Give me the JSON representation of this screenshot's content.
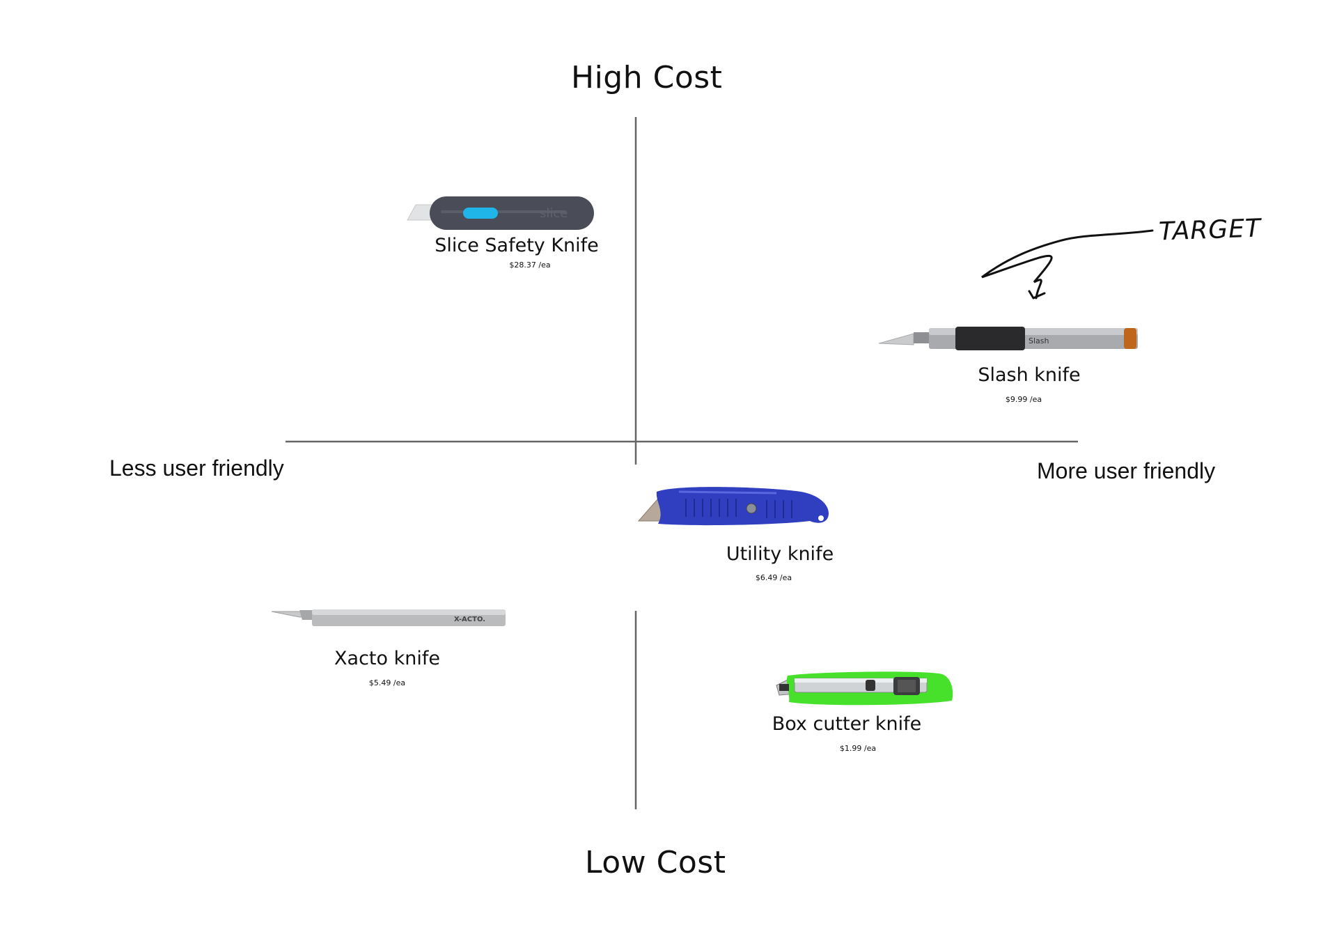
{
  "axes": {
    "top": "High  Cost",
    "bottom": "Low Cost",
    "left": "Less user friendly",
    "right": "More user friendly"
  },
  "items": [
    {
      "id": "slice",
      "name": "Slice Safety Knife",
      "price": "$28.37 /ea",
      "brand_mark": "slice",
      "icon": "slice-safety-knife-icon",
      "color": "#4a4c57",
      "accent": "#1fb5e8"
    },
    {
      "id": "slash",
      "name": "Slash knife",
      "price": "$9.99 /ea",
      "brand_mark": "Slash",
      "icon": "slash-knife-icon",
      "color": "#9c9ea2",
      "accent": "#c0651c"
    },
    {
      "id": "utility",
      "name": "Utility knife",
      "price": "$6.49 /ea",
      "icon": "utility-knife-icon",
      "color": "#2f3fc0"
    },
    {
      "id": "xacto",
      "name": "Xacto knife",
      "price": "$5.49 /ea",
      "brand_mark": "X-ACTO.",
      "icon": "xacto-knife-icon",
      "color": "#b9bbbd"
    },
    {
      "id": "boxcutter",
      "name": "Box cutter knife",
      "price": "$1.99 /ea",
      "icon": "box-cutter-knife-icon",
      "color": "#47e02a"
    }
  ],
  "annotation": {
    "text": "TARGET",
    "arrow_icon": "hand-drawn-arrow-icon"
  }
}
